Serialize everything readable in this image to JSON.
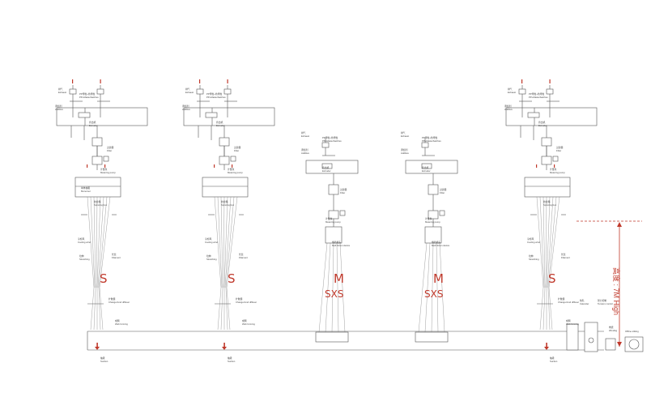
{
  "colors": {
    "line": "#555555",
    "accent": "#c0392b",
    "background": "#ffffff"
  },
  "labels": {
    "exhaust_cn": "排气",
    "exhaust": "Exhaust",
    "pp_masterbatches_cn": "PP母粒+色母粒",
    "pp_masterbatches": "PP+Masterbatches",
    "additive_cn": "添加剂",
    "additive": "Additive",
    "extruder_cn": "挤出机",
    "extruder": "Extruder",
    "filter_cn": "过滤器",
    "filter": "Filter",
    "metering_pump_cn": "计量泵",
    "metering_pump": "Metering pump",
    "monomer_cn": "单体抽吸",
    "monomer": "Monomer",
    "spinning_box_cn": "纺丝箱",
    "spinning_box": "Spinning box",
    "cooling_wind_cn": "冷却风",
    "cooling_wind": "Cooling wind",
    "stretching_cn": "拉伸",
    "stretching": "Stretching",
    "filament_cn": "长丝",
    "filament": "Filament",
    "diffuser_cn": "扩散器",
    "diffuser": "Changer/und diffuser",
    "web_forming_cn": "成网",
    "web_forming": "Web forming",
    "suction_cn": "抽吸",
    "suction": "Suction",
    "melt_blown_cn": "熔喷模头",
    "melt_blown": "Melt blown device",
    "calender_cn": "热轧",
    "calender": "Calender",
    "winding_cn": "卷绕",
    "winding": "Winding",
    "tension_cn": "张力控制",
    "tension": "Tension control",
    "offline_slitting": "Offline slitting",
    "s_label": "S",
    "m_label": "M",
    "sxs_label": "SXS",
    "height_label": "高度 : 7M High"
  },
  "stations": [
    {
      "type": "spunbond",
      "process_letter": "S"
    },
    {
      "type": "spunbond",
      "process_letter": "S"
    },
    {
      "type": "meltblown",
      "process_letter": "M"
    },
    {
      "type": "meltblown",
      "process_letter": "M"
    },
    {
      "type": "spunbond",
      "process_letter": "S"
    }
  ]
}
